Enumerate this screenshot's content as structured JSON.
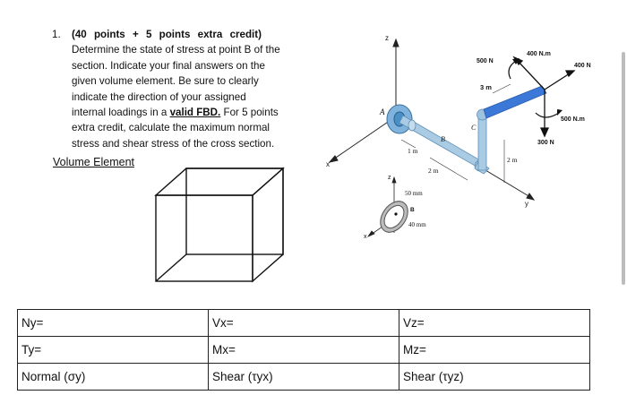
{
  "problem": {
    "number": "1.",
    "points": "(40 points + 5 points extra credit)",
    "line2": "Determine the state of stress at point B of the",
    "line3": "section. Indicate your final answers on the",
    "line4": "given volume element. Be sure to clearly",
    "line5": "indicate the direction of your assigned",
    "line6a": "internal loadings in a ",
    "line6b": "valid FBD.",
    "line6c": " For 5 points",
    "line7": "extra credit, calculate the maximum normal",
    "line8": "stress and shear stress of the cross section."
  },
  "volume_element_label": "Volume Element",
  "figure": {
    "axis_z": "z",
    "axis_x": "x",
    "axis_y": "y",
    "point_a": "A",
    "point_b": "B",
    "point_c": "C",
    "dim_1m": "1 m",
    "dim_2m_a": "2 m",
    "dim_2m_b": "2 m",
    "dim_3m": "3 m",
    "load_500n": "500 N",
    "load_400nm": "400 N.m",
    "load_400n": "400 N",
    "load_500nm": "500 N.m",
    "load_300n": "300 N",
    "sec_z": "z",
    "sec_x": "x",
    "sec_50mm": "50 mm",
    "sec_b": "B",
    "sec_40mm": "40 mm"
  },
  "table": {
    "rows": [
      [
        "Ny=",
        "Vx=",
        "Vz="
      ],
      [
        "Ty=",
        "Mx=",
        "Mz="
      ],
      [
        "Normal (σy)",
        "Shear (τyx)",
        "Shear (τyz)"
      ]
    ]
  },
  "colors": {
    "pipe": "#9ec3de",
    "pipe_dark": "#5f8fb5",
    "arm": "#3b78d8",
    "flange": "#4a90c8"
  }
}
